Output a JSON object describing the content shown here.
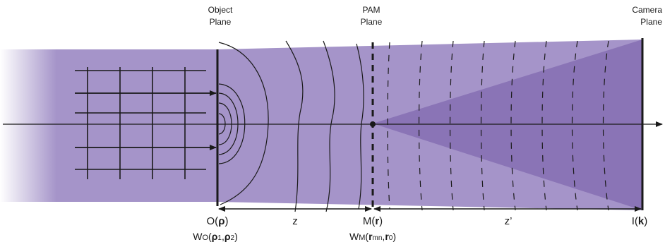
{
  "labels": {
    "object_plane": [
      "Object",
      "Plane"
    ],
    "pam_plane": [
      "PAM",
      "Plane"
    ],
    "camera_plane": [
      "Camera",
      "Plane"
    ],
    "object_field": {
      "base": "O(",
      "bold": "ρ",
      "end": ")"
    },
    "object_wigner": {
      "base": "W",
      "sub": "O",
      "open": "(",
      "b1": "ρ",
      "s1": "1",
      "comma": ",",
      "b2": "ρ",
      "s2": "2",
      "close": ")"
    },
    "pam_field": {
      "base": "M(",
      "bold": "r",
      "end": ")"
    },
    "pam_wigner": {
      "base": "W",
      "sub": "M",
      "open": "(",
      "b1": "r",
      "s1": "mn",
      "comma": ",",
      "b2": "r",
      "s2": "0",
      "close": ")"
    },
    "camera_field": {
      "base": "I(",
      "bold": "k",
      "end": ")"
    },
    "distance_1": "z",
    "distance_2": "z’"
  },
  "colors": {
    "beam_light": "#a594c9",
    "beam_mid": "#9a88c2",
    "beam_dark": "#8a74b6",
    "line": "#1a1a1a"
  }
}
